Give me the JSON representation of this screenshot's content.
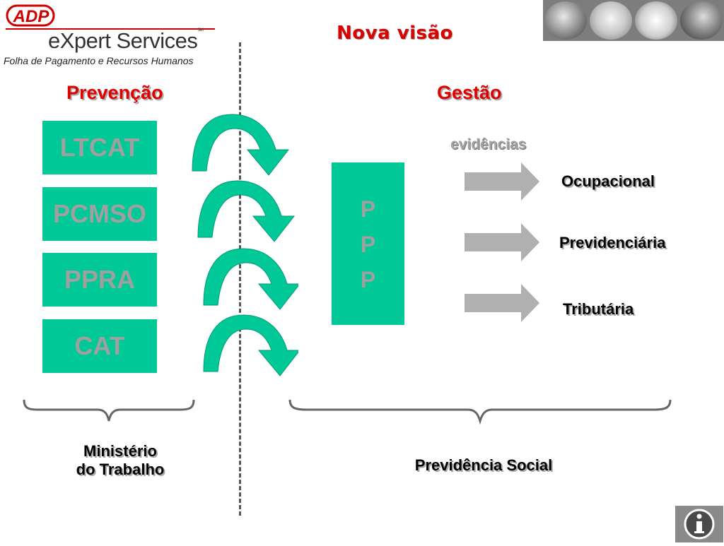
{
  "header": {
    "logo_adp": "ADP",
    "brand": "eXpert Services",
    "brand_mark": "SM",
    "subtitle": "Folha de Pagamento e Recursos Humanos",
    "title": "Nova visão"
  },
  "left": {
    "heading": "Prevenção",
    "boxes": [
      "LTCAT",
      "PCMSO",
      "PPRA",
      "CAT"
    ],
    "footer_line1": "Ministério",
    "footer_line2": "do Trabalho"
  },
  "right": {
    "heading": "Gestão",
    "center_letters": [
      "P",
      "P",
      "P"
    ],
    "evidence_label": "evidências",
    "outputs": [
      "Ocupacional",
      "Previdenciária",
      "Tributária"
    ],
    "footer": "Previdência Social"
  },
  "colors": {
    "accent_green": "#00c896",
    "heading_red": "#e00000",
    "arrow_gray": "#b0b0b0"
  },
  "icons": {
    "info_button": "info-icon",
    "curved_arrow": "curved-arrow-icon"
  }
}
